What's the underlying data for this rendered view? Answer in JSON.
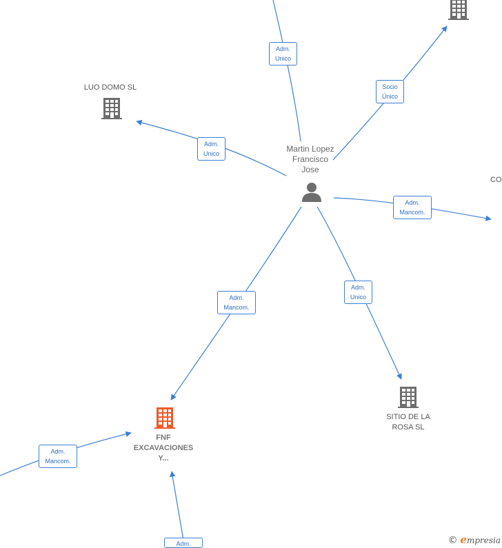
{
  "center_person": {
    "name_line1": "Martin Lopez",
    "name_line2": "Francisco",
    "name_line3": "Jose",
    "icon": "person-icon"
  },
  "companies": {
    "luo_domo": {
      "label": "LUO DOMO  SL",
      "icon": "building-icon"
    },
    "top_right": {
      "label": "",
      "icon": "building-icon"
    },
    "right_partial": {
      "label": "CO",
      "icon": ""
    },
    "sitio": {
      "label_line1": "SITIO DE LA",
      "label_line2": "ROSA SL",
      "icon": "building-icon"
    },
    "fnf": {
      "label_line1": "FNF",
      "label_line2": "EXCAVACIONES",
      "label_line3": "Y...",
      "icon": "building-icon",
      "color": "#f05a28"
    }
  },
  "edges": {
    "top": {
      "line1": "Adm.",
      "line2": "Unico"
    },
    "top_right": {
      "line1": "Socio",
      "line2": "Único"
    },
    "luo_domo": {
      "line1": "Adm.",
      "line2": "Unico"
    },
    "right": {
      "line1": "Adm.",
      "line2": "Mancom."
    },
    "fnf": {
      "line1": "Adm.",
      "line2": "Mancom."
    },
    "sitio": {
      "line1": "Adm.",
      "line2": "Unico"
    },
    "left_bottom": {
      "line1": "Adm.",
      "line2": "Mancom."
    },
    "bottom": {
      "line1": "Adm.",
      "line2": ""
    }
  },
  "colors": {
    "edge": "#3b7fd4",
    "building": "#6d6d6d",
    "focus_building": "#f05a28",
    "person": "#6d6d6d"
  },
  "brand": {
    "copyright": "©",
    "first_letter": "e",
    "rest": "mpresia"
  }
}
